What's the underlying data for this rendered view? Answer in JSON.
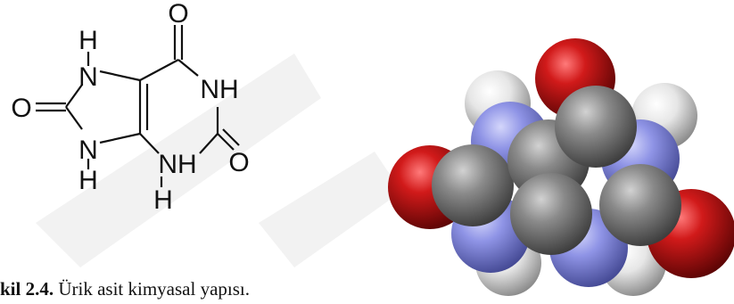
{
  "figure": {
    "caption_label": "kil 2.4.",
    "caption_text": " Ürik asit kimyasal yapısı."
  },
  "structural_formula": {
    "atoms": {
      "o_top": "O",
      "o_left": "O",
      "o_right": "O",
      "nh_right": "NH",
      "nh_bottom": "NH",
      "h_n7": "H",
      "n_n7": "N",
      "n_n9": "N",
      "h_n9": "H"
    }
  },
  "colors": {
    "oxygen": "#d11a1a",
    "nitrogen": "#8f94e6",
    "carbon": "#8a8a8a",
    "hydrogen": "#e6e6e6",
    "bond": "#111111",
    "watermark": "#f2f2f2"
  }
}
